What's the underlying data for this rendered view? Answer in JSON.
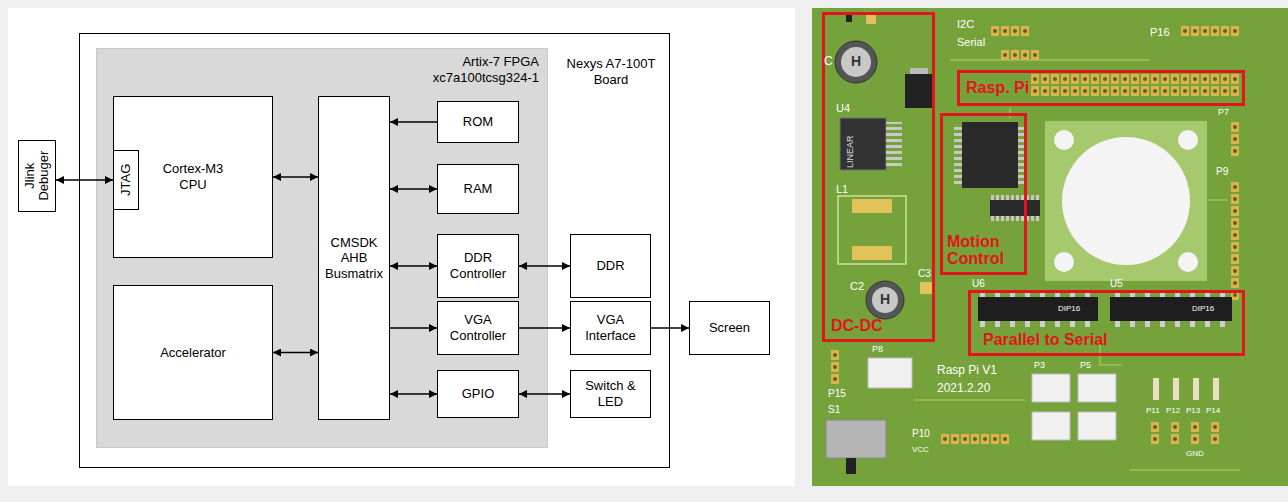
{
  "diagram": {
    "nodes": [
      {
        "text": [
          "Jlink Debuger"
        ]
      },
      {
        "text": [
          "Nexys A7-100T Board"
        ]
      },
      {
        "text": [
          "Artix-7 FPGA xc7a100tcsg324-1"
        ],
        "in": 1
      },
      {
        "text": [
          "Cortex-M3 CPU"
        ],
        "in": 2
      },
      {
        "text": [
          "JTAG"
        ],
        "in": 3
      },
      {
        "text": [
          "Accelerator"
        ],
        "in": 2
      },
      {
        "text": [
          "CMSDK AHB Busmatrix"
        ],
        "in": 2
      },
      {
        "text": [
          "ROM"
        ],
        "in": 2
      },
      {
        "text": [
          "RAM"
        ],
        "in": 2
      },
      {
        "text": [
          "DDR Controller"
        ],
        "in": 2
      },
      {
        "text": [
          "VGA Controller"
        ],
        "in": 2
      },
      {
        "text": [
          "GPIO"
        ],
        "in": 2
      },
      {
        "text": [
          "DDR"
        ],
        "in": 1
      },
      {
        "text": [
          "VGA Interface"
        ],
        "in": 1
      },
      {
        "text": [
          "Switch & LED"
        ],
        "in": 1
      },
      {
        "text": [
          "Screen"
        ]
      },
      {
        "text": [
          "DC-DC"
        ]
      },
      {
        "text": [
          "Rasp. Pi"
        ]
      },
      {
        "text": [
          "Motion Control"
        ]
      },
      {
        "text": [
          "Parallel to Serial"
        ]
      }
    ],
    "edges": [
      {
        "from": 0,
        "to": 4,
        "arrow": "both"
      },
      {
        "from": 3,
        "to": 6,
        "arrow": "both"
      },
      {
        "from": 5,
        "to": 6,
        "arrow": "both"
      },
      {
        "from": 7,
        "to": 6,
        "arrow": "to"
      },
      {
        "from": 6,
        "to": 8,
        "arrow": "both"
      },
      {
        "from": 6,
        "to": 9,
        "arrow": "both"
      },
      {
        "from": 6,
        "to": 10,
        "arrow": "to"
      },
      {
        "from": 6,
        "to": 11,
        "arrow": "both"
      },
      {
        "from": 9,
        "to": 12,
        "arrow": "both"
      },
      {
        "from": 10,
        "to": 13,
        "arrow": "to"
      },
      {
        "from": 11,
        "to": 14,
        "arrow": "both"
      },
      {
        "from": 13,
        "to": 15,
        "arrow": "to"
      }
    ],
    "labels": [
      "I2C",
      "Serial",
      "P16",
      "C",
      "H",
      "U4",
      "LINEAR",
      "L1",
      "C2",
      "H",
      "C3",
      "P8",
      "P15",
      "S1",
      "P10",
      "VCC",
      "Rasp Pi V1",
      "2021.2.20",
      "U6",
      "DIP16",
      "U5",
      "DIP16",
      "P7",
      "P9",
      "P3",
      "P5",
      "P11",
      "P12",
      "P13",
      "P14",
      "GND"
    ]
  }
}
